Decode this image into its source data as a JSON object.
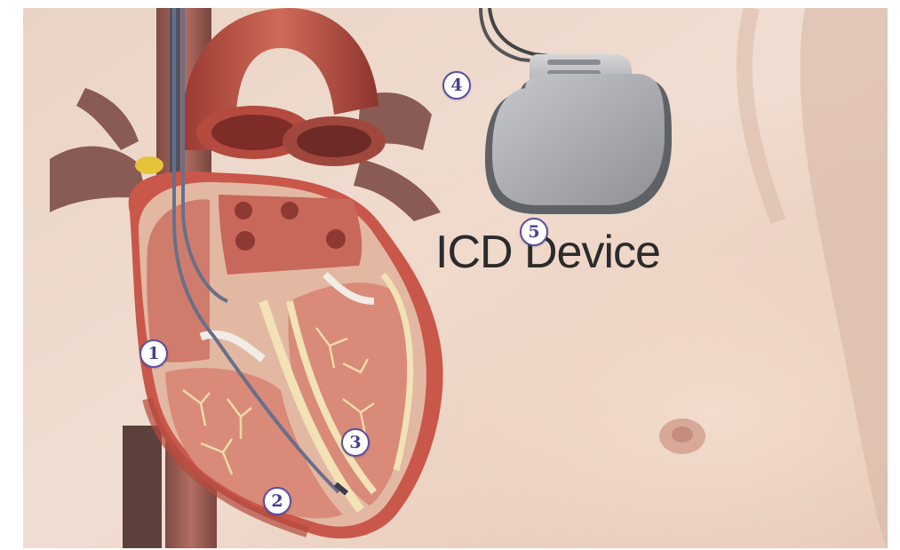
{
  "image": {
    "caption": "ICD Device",
    "markers": [
      "1",
      "2",
      "3",
      "4",
      "5"
    ],
    "colors": {
      "marker_ring": "#5b4f9e",
      "marker_text": "#4b3f8f",
      "skin_light": "#f0ddd0",
      "heart_red": "#b84a3c",
      "device_metal": "#a7a9ae"
    }
  }
}
